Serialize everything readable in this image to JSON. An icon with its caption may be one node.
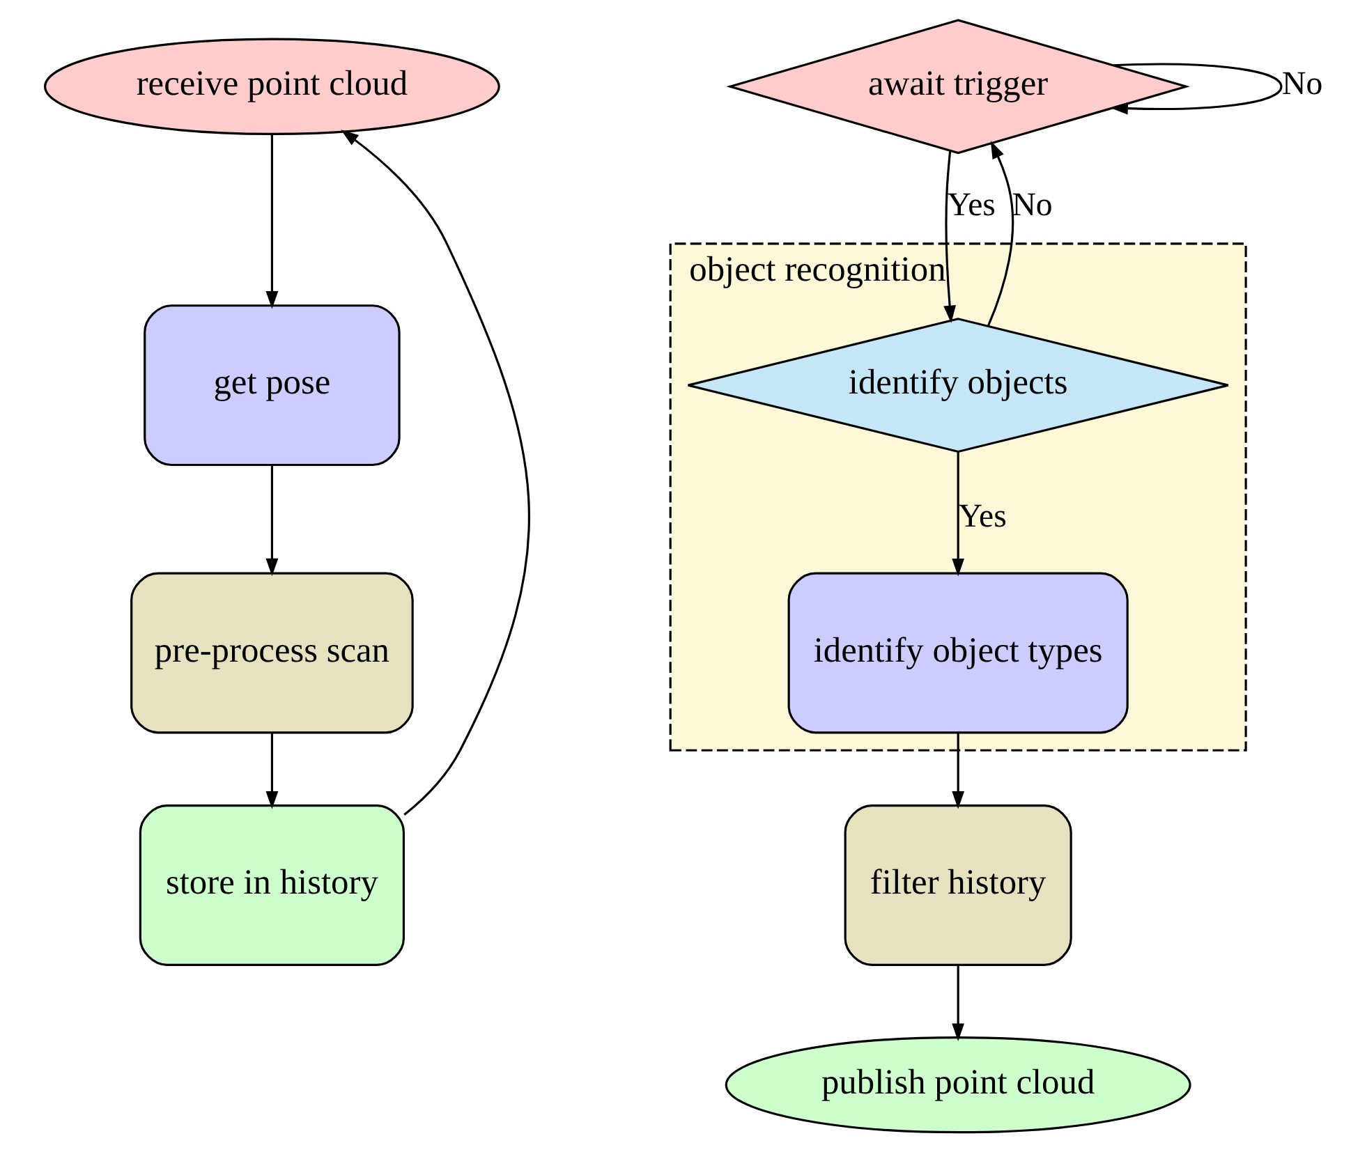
{
  "diagram": {
    "nodes": [
      {
        "text": [
          "receive point cloud"
        ]
      },
      {
        "text": [
          "get pose"
        ]
      },
      {
        "text": [
          "pre-process scan"
        ]
      },
      {
        "text": [
          "store in history"
        ]
      },
      {
        "text": [
          "await trigger"
        ]
      },
      {
        "text": [
          "object recognition"
        ]
      },
      {
        "text": [
          "identify objects"
        ],
        "in": 5
      },
      {
        "text": [
          "identify object types"
        ],
        "in": 5
      },
      {
        "text": [
          "filter history"
        ]
      },
      {
        "text": [
          "publish point cloud"
        ]
      }
    ],
    "edges": [
      {
        "from": 0,
        "to": 1,
        "arrow": "to"
      },
      {
        "from": 1,
        "to": 2,
        "arrow": "to"
      },
      {
        "from": 2,
        "to": 3,
        "arrow": "to"
      },
      {
        "from": 3,
        "to": 0,
        "arrow": "to"
      },
      {
        "from": 4,
        "to": 4,
        "arrow": "to",
        "label": "No"
      },
      {
        "from": 4,
        "to": 6,
        "arrow": "to",
        "label": "Yes"
      },
      {
        "from": 6,
        "to": 7,
        "arrow": "to",
        "label": "Yes"
      },
      {
        "from": 6,
        "to": 4,
        "arrow": "to",
        "label": "No"
      },
      {
        "from": 7,
        "to": 8,
        "arrow": "to"
      },
      {
        "from": 8,
        "to": 9,
        "arrow": "to"
      }
    ]
  }
}
